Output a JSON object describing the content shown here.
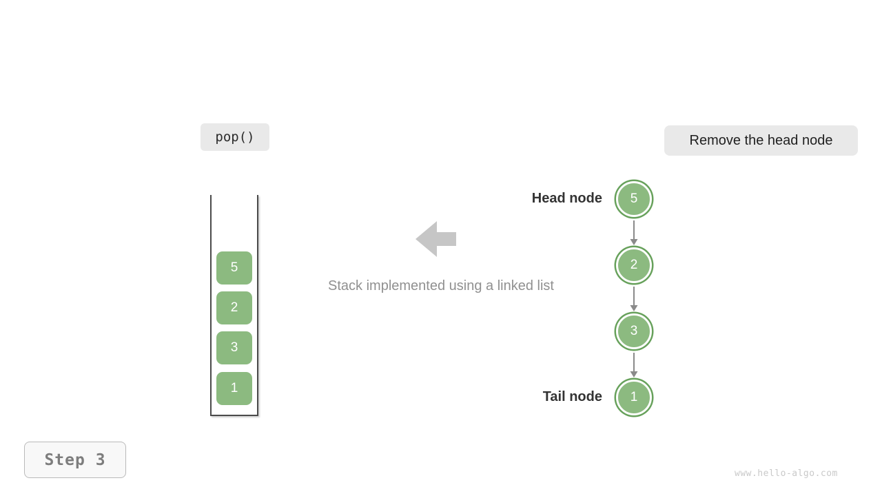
{
  "operation_badge": {
    "label": "pop()"
  },
  "description_badge": {
    "label": "Remove the head node"
  },
  "caption": "Stack implemented using a linked list",
  "stack": {
    "items": [
      "5",
      "2",
      "3",
      "1"
    ]
  },
  "linked_list": {
    "head_label": "Head node",
    "tail_label": "Tail node",
    "nodes": [
      "5",
      "2",
      "3",
      "1"
    ]
  },
  "step_badge": {
    "label": "Step 3"
  },
  "watermark": "www.hello-algo.com",
  "colors": {
    "node_green": "#8cba80",
    "node_ring_green": "#67a15b",
    "badge_gray": "#e9e9e9",
    "big_arrow_gray": "#c6c6c6",
    "connector_gray": "#8a8a8a",
    "label_dark": "#333333"
  }
}
